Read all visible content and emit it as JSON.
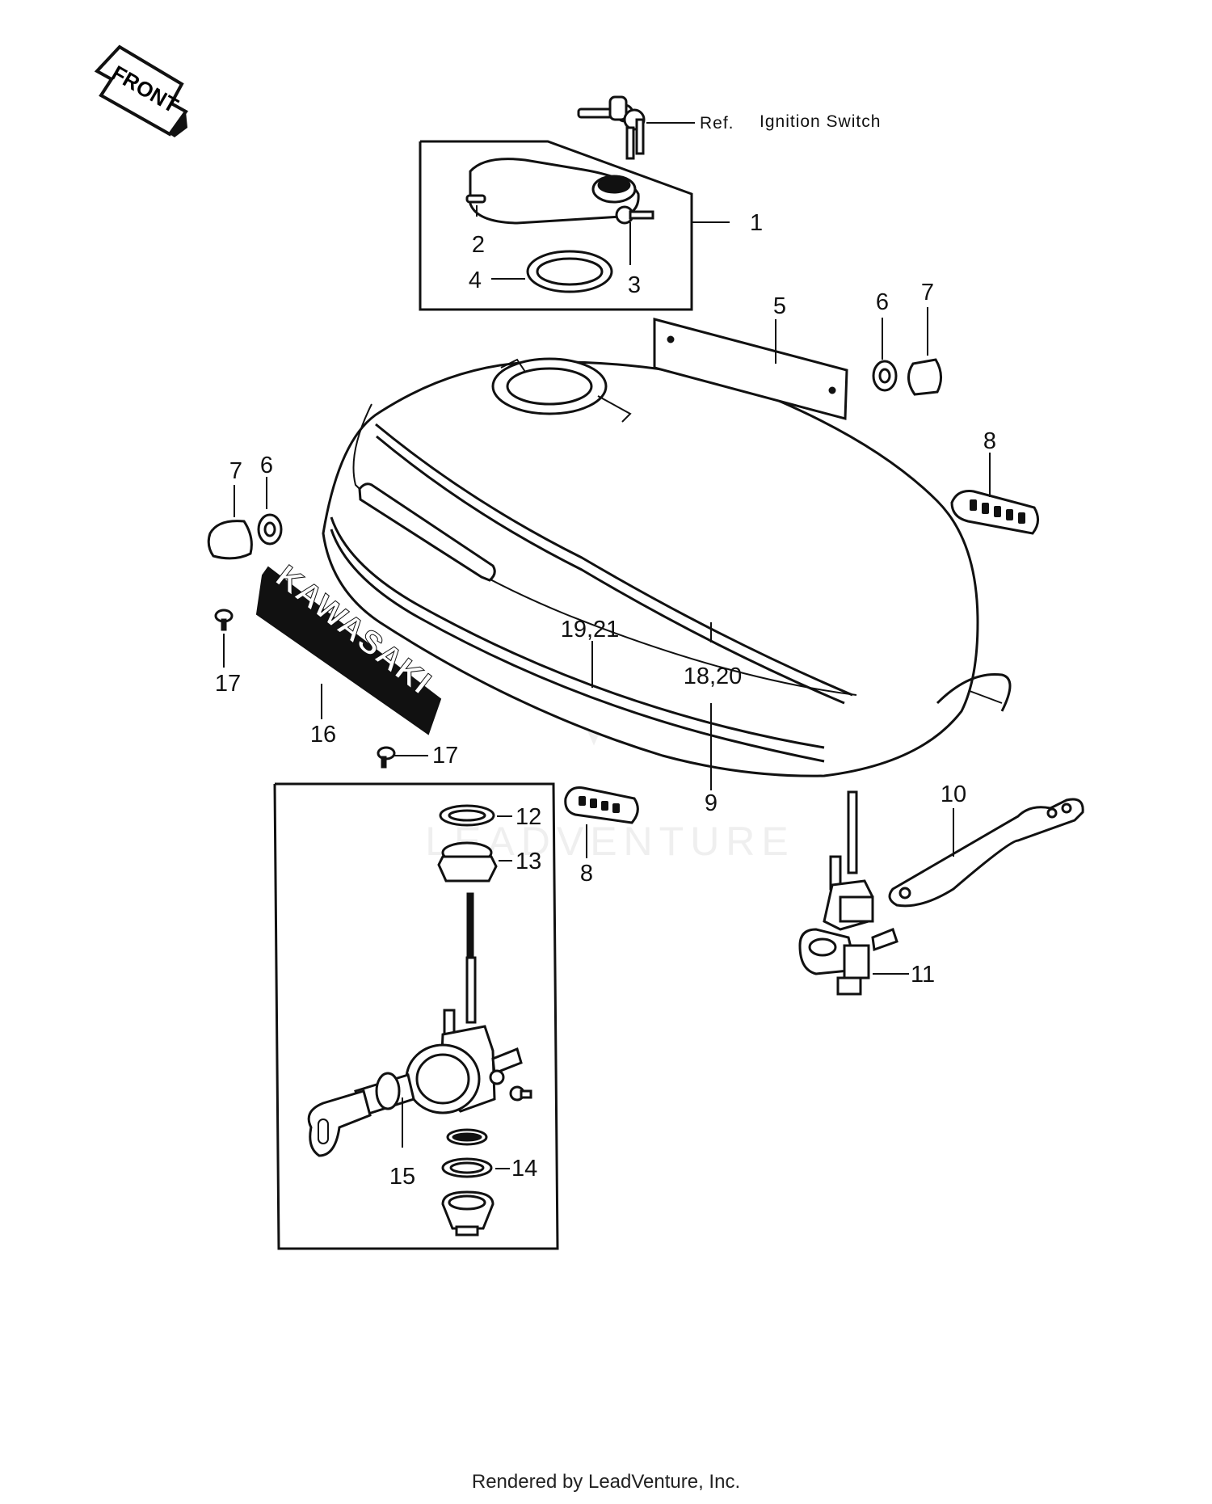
{
  "front_arrow": {
    "label": "FRONT"
  },
  "reference": {
    "prefix": "Ref.",
    "text": "Ignition Switch"
  },
  "emblem": {
    "text": "KAWASAKI"
  },
  "watermark": {
    "text": "LEADVENTURE"
  },
  "callouts": {
    "c1": "1",
    "c2": "2",
    "c3": "3",
    "c4": "4",
    "c5": "5",
    "c6a": "6",
    "c6b": "6",
    "c7a": "7",
    "c7b": "7",
    "c8a": "8",
    "c8b": "8",
    "c9": "9",
    "c10": "10",
    "c11": "11",
    "c12": "12",
    "c13": "13",
    "c14": "14",
    "c15": "15",
    "c16": "16",
    "c17a": "17",
    "c17b": "17",
    "c18_20": "18,20",
    "c19_21": "19,21"
  },
  "footer": {
    "text": "Rendered by LeadVenture, Inc."
  }
}
